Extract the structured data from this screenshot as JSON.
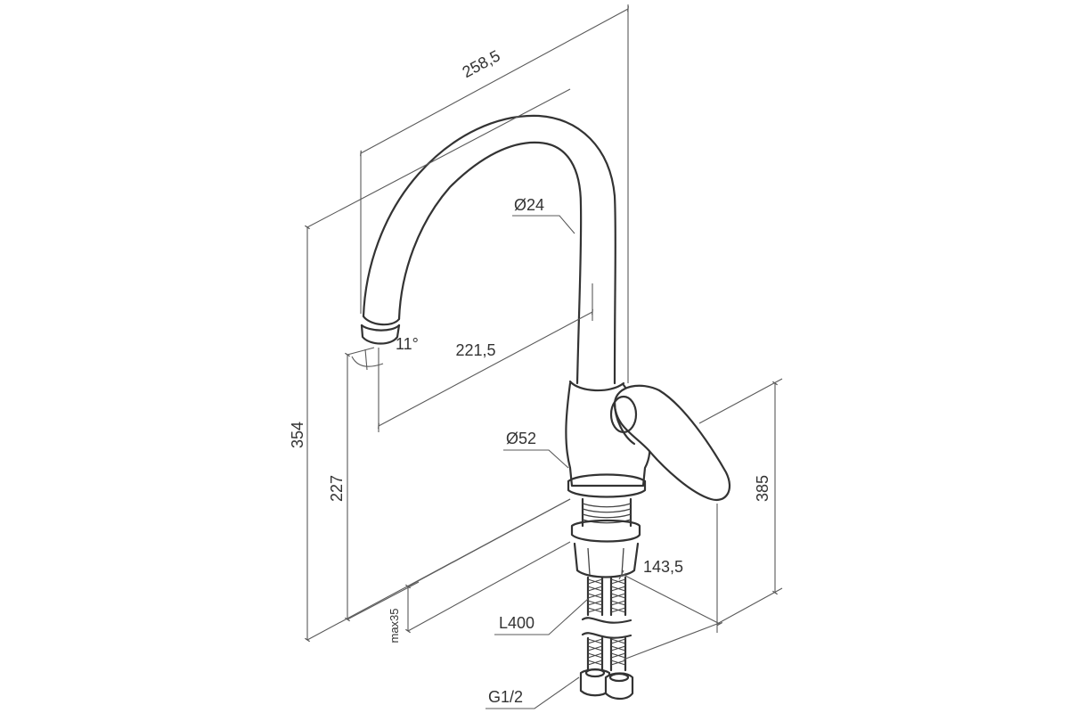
{
  "dimensions": {
    "spout_reach": "258,5",
    "spout_diameter": "Ø24",
    "outlet_offset": "221,5",
    "outlet_angle": "11°",
    "total_height": "354",
    "outlet_height": "227",
    "base_diameter": "Ø52",
    "lever_height": "385",
    "lever_reach": "143,5",
    "max_countertop": "max35",
    "hose_length": "L400",
    "connection_thread": "G1/2"
  }
}
